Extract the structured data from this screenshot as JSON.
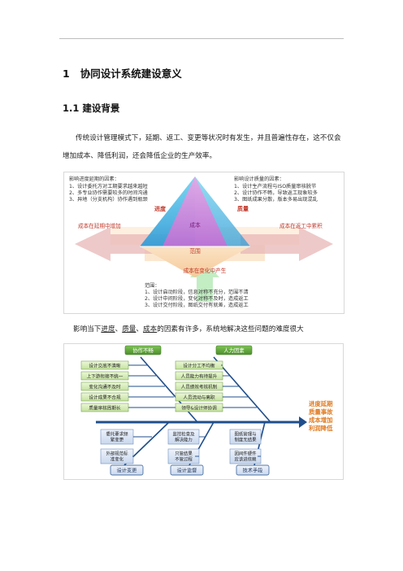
{
  "heading1": {
    "number": "1",
    "title": "协同设计系统建设意义"
  },
  "heading2": {
    "title": "1.1 建设背景"
  },
  "paragraph": {
    "line1": "传统设计管理模式下，延期、返工、变更等状况时有发生，并且普遍性存在，这不仅会",
    "line2": "增加成本、降低利润，还会降低企业的生产效率。"
  },
  "triangle_figure": {
    "left_box": {
      "title": "影响进度延期的因素：",
      "items": [
        "1、设计委托方对工期要求越来越短",
        "2、多专业协作需要较多的时间沟通",
        "3、异地（分支机构）协作遇到瓶颈"
      ]
    },
    "right_box": {
      "title": "影响设计质量的因素：",
      "items": [
        "1、设计生产流程与ISO质量审核脱节",
        "2、设计协作不畅，导致返工现象较多",
        "3、图纸成果分散，版本多易出现混乱"
      ]
    },
    "bottom_box": {
      "title": "范围：",
      "items": [
        "1、设计启动阶段，信息对称不充分，范围不清",
        "2、设计中间阶段，变化对称不及时，造成返工",
        "3、设计交付阶段，图纸交付有就差，造成返工"
      ]
    },
    "labels": {
      "progress": "进度",
      "quality": "质量",
      "cost": "成本",
      "scope": "范围",
      "left_arrow": "成本在延期中增加",
      "right_arrow": "成本在返工中累积",
      "bottom_arrow": "成本在变化中产生"
    }
  },
  "caption": {
    "prefix": "影响当下",
    "term1": "进度",
    "sep1": "、",
    "term2": "质量",
    "sep2": "、",
    "term3": "成本",
    "suffix": "的因素有许多，系统地解决这些问题的难度很大"
  },
  "fishbone": {
    "top_left_category": "协作不畅",
    "top_right_category": "人力因素",
    "bottom_left_category": "设计变更",
    "bottom_mid_category": "设计监督",
    "bottom_right_category": "技术手段",
    "top_left_causes": [
      "设计交底不清晰",
      "上下游衔接不统一",
      "变化沟通不及时",
      "设计成果不合规",
      "质量审核周期长"
    ],
    "top_right_causes": [
      "设计分工不均衡",
      "人员能力有待提升",
      "人员绩效考核机制",
      "人员流动与离职",
      "领导&设计师协调"
    ],
    "bottom_causes": [
      [
        "委托要求频",
        "繁变更"
      ],
      [
        "外部规范标",
        "准变化"
      ],
      [
        "监控检查及",
        "解决能力"
      ],
      [
        "只管结果",
        "不管过程"
      ],
      [
        "图纸管理与",
        "制度无结果"
      ],
      [
        "团间件硬件",
        "应该进依赖"
      ]
    ],
    "effect": [
      "进度延期",
      "质量事故",
      "成本增加",
      "利润降低"
    ]
  }
}
